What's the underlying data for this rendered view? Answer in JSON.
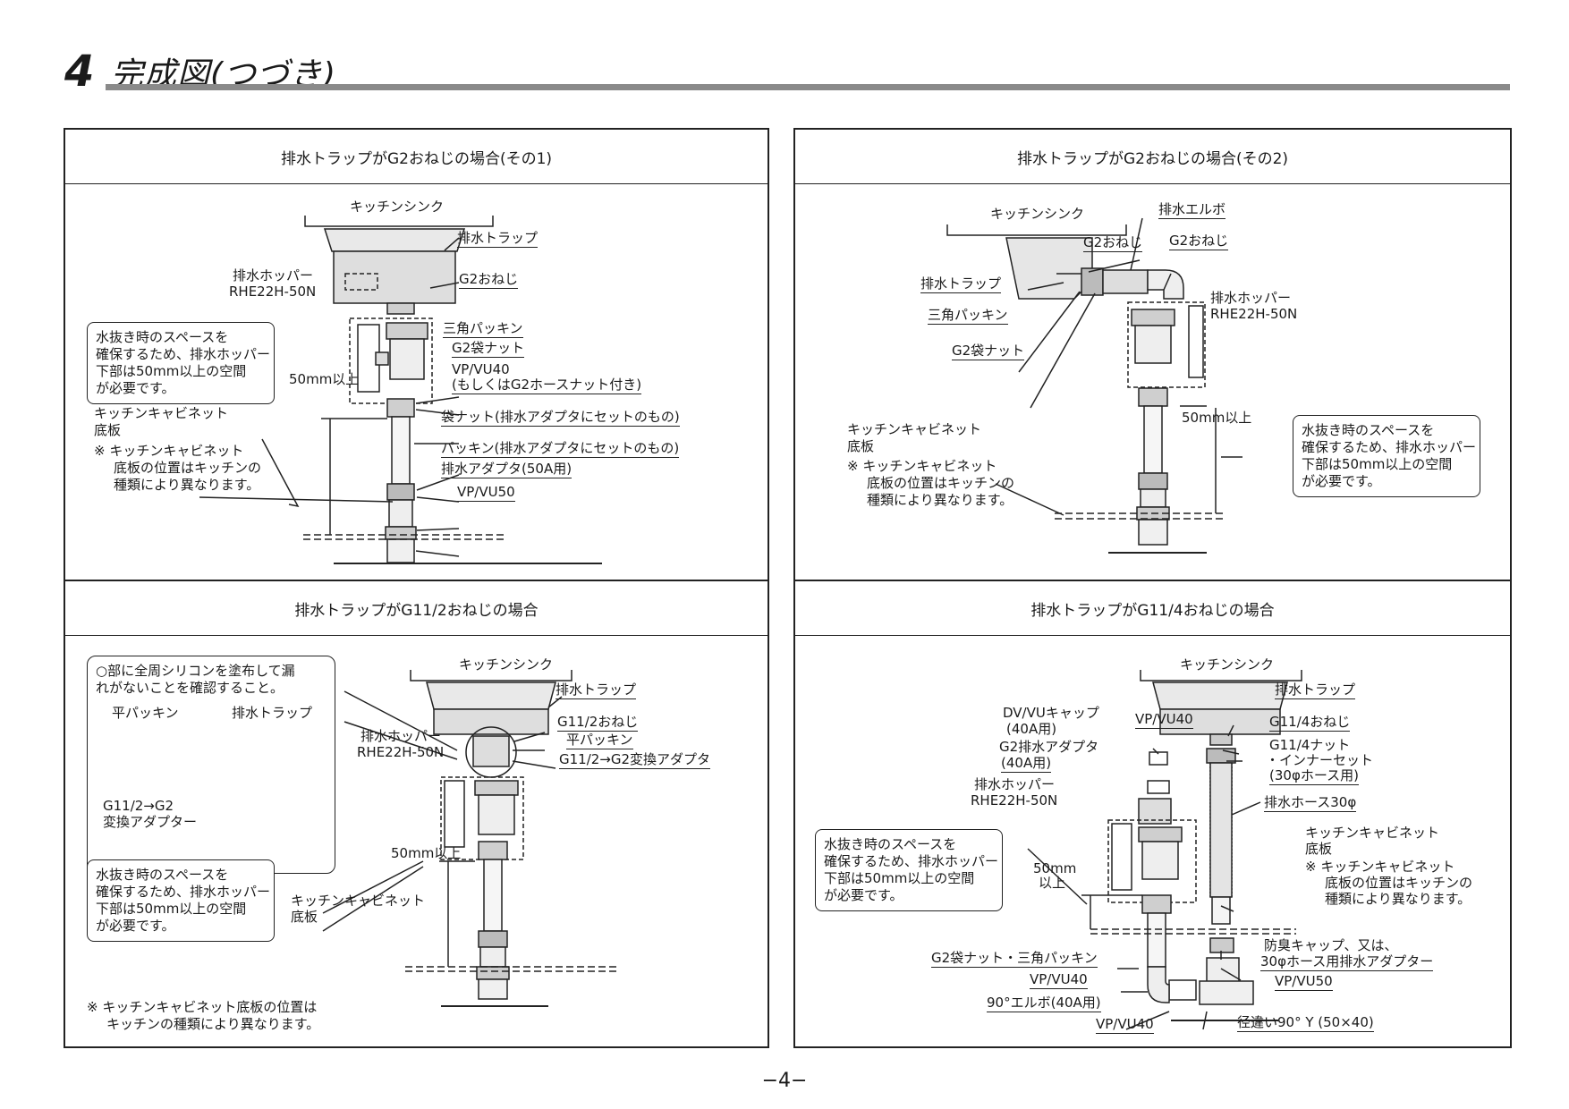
{
  "page": {
    "section_number": "4",
    "section_title": "完成図(つづき)",
    "page_number": "−4−"
  },
  "panels": {
    "p1": {
      "title": "排水トラップがG2おねじの場合(その1)",
      "labels": {
        "sink": "キッチンシンク",
        "trap": "排水トラップ",
        "hopper": "排水ホッパー",
        "hopper_model": "RHE22H-50N",
        "g2_thread": "G2おねじ",
        "sankaku": "三角パッキン",
        "g2_nut": "G2袋ナット",
        "vp40": "VP/VU40",
        "vp40_note": "(もしくはG2ホースナット付き)",
        "fukuro": "袋ナット(排水アダプタにセットのもの)",
        "packing": "パッキン(排水アダプタにセットのもの)",
        "adapter": "排水アダプタ(50A用)",
        "vp50": "VP/VU50",
        "space": "50mm以上",
        "cabinet1": "キッチンキャビネット",
        "cabinet2": "底板",
        "cab_note1": "※ キッチンキャビネット",
        "cab_note2": "底板の位置はキッチンの",
        "cab_note3": "種類により異なります。"
      },
      "note": [
        "水抜き時のスペースを",
        "確保するため、排水ホッパー",
        "下部は50mm以上の空間",
        "が必要です。"
      ]
    },
    "p2": {
      "title": "排水トラップがG2おねじの場合(その2)",
      "labels": {
        "sink": "キッチンシンク",
        "elbow": "排水エルボ",
        "g2_thread_a": "G2おねじ",
        "g2_thread_b": "G2おねじ",
        "trap": "排水トラップ",
        "sankaku": "三角パッキン",
        "g2_nut": "G2袋ナット",
        "hopper": "排水ホッパー",
        "hopper_model": "RHE22H-50N",
        "space": "50mm以上",
        "cabinet1": "キッチンキャビネット",
        "cabinet2": "底板",
        "cab_note1": "※ キッチンキャビネット",
        "cab_note2": "底板の位置はキッチンの",
        "cab_note3": "種類により異なります。"
      },
      "note": [
        "水抜き時のスペースを",
        "確保するため、排水ホッパー",
        "下部は50mm以上の空間",
        "が必要です。"
      ]
    },
    "p3": {
      "title": "排水トラップがG11/2おねじの場合",
      "labels": {
        "sink": "キッチンシンク",
        "trap": "排水トラップ",
        "g112": "G11/2おねじ",
        "flat": "平パッキン",
        "conv": "G11/2→G2変換アダプタ",
        "hopper": "排水ホッパー",
        "hopper_model": "RHE22H-50N",
        "space": "50mm以上",
        "cabinet1": "キッチンキャビネット",
        "cabinet2": "底板",
        "detail_flat": "平パッキン",
        "detail_trap": "排水トラップ",
        "detail_conv1": "G11/2→G2",
        "detail_conv2": "変換アダプター",
        "silicon": "シリコン",
        "bottom_note1": "※ キッチンキャビネット底板の位置は",
        "bottom_note2": "キッチンの種類により異なります。"
      },
      "silicone_note": [
        "○部に全周シリコンを塗布して漏",
        "れがないことを確認すること。"
      ],
      "note": [
        "水抜き時のスペースを",
        "確保するため、排水ホッパー",
        "下部は50mm以上の空間",
        "が必要です。"
      ]
    },
    "p4": {
      "title": "排水トラップがG11/4おねじの場合",
      "labels": {
        "sink": "キッチンシンク",
        "trap": "排水トラップ",
        "cap1": "DV/VUキャップ",
        "cap2": "(40A用)",
        "vp40_top": "VP/VU40",
        "g114": "G11/4おねじ",
        "g2adapter1": "G2排水アダプタ",
        "g2adapter2": "(40A用)",
        "nut1": "G11/4ナット",
        "nut2": "・インナーセット",
        "nut3": "(30φホース用)",
        "hopper": "排水ホッパー",
        "hopper_model": "RHE22H-50N",
        "hose": "排水ホース30φ",
        "cabinet1": "キッチンキャビネット",
        "cabinet2": "底板",
        "cab_note1": "※ キッチンキャビネット",
        "cab_note2": "底板の位置はキッチンの",
        "cab_note3": "種類により異なります。",
        "space1": "50mm",
        "space2": "以上",
        "g2nut": "G2袋ナット・三角パッキン",
        "vp40_mid": "VP/VU40",
        "cap_alt1": "防臭キャップ、又は、",
        "cap_alt2": "30φホース用排水アダプター",
        "vp50": "VP/VU50",
        "elbow90": "90°エルボ(40A用)",
        "vp40_bottom": "VP/VU40",
        "reducer": "径違い90° Y (50×40)"
      },
      "note": [
        "水抜き時のスペースを",
        "確保するため、排水ホッパー",
        "下部は50mm以上の空間",
        "が必要です。"
      ]
    }
  }
}
